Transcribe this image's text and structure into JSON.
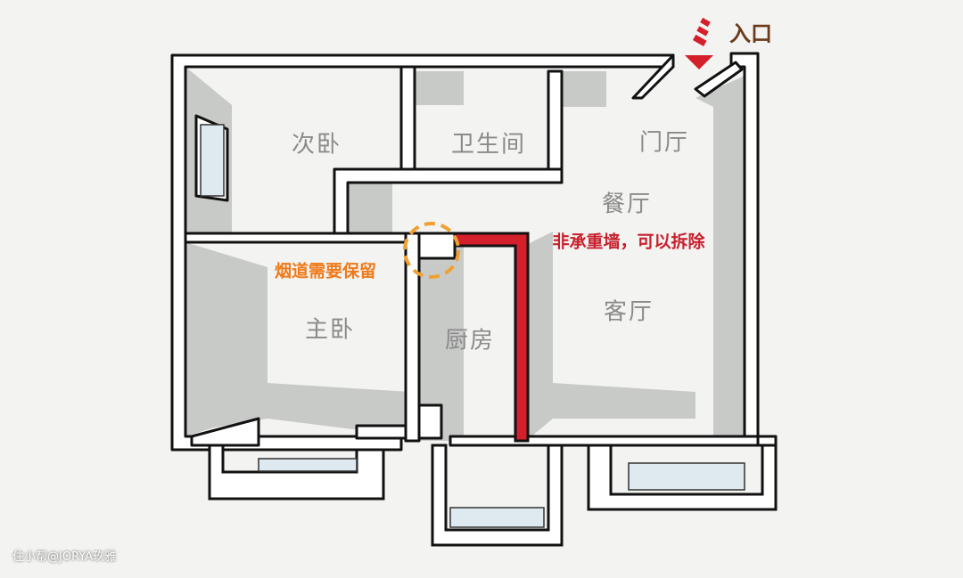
{
  "rooms": {
    "second_bedroom": "次卧",
    "bathroom": "卫生间",
    "foyer": "门厅",
    "dining": "餐厅",
    "living": "客厅",
    "master_bedroom": "主卧",
    "kitchen": "厨房"
  },
  "annotations": {
    "flue": "烟道需要保留",
    "non_bearing_wall": "非承重墙，可以拆除",
    "entrance": "入口"
  },
  "watermark": "住小帮@JORYA玖雅",
  "colors": {
    "removable_wall": "#d4202a",
    "flue_marker": "#f0a030",
    "entrance": "#6b3a1a",
    "flue_text": "#ef7a1a",
    "wall_note": "#c8202e"
  }
}
